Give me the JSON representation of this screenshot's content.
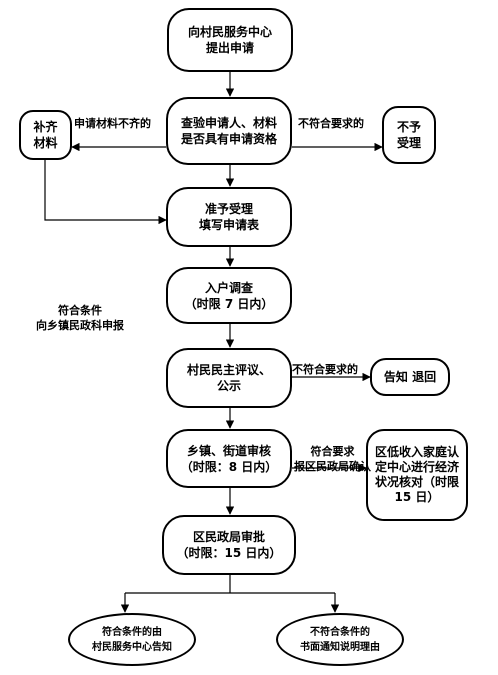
{
  "nodes": {
    "apply": [
      "向村民服务中心",
      "提出申请"
    ],
    "check": [
      "查验申请人、材料",
      "是否具有申请资格"
    ],
    "supplement": [
      "补齐",
      "材料"
    ],
    "reject": [
      "不予",
      "受理"
    ],
    "accept": [
      "准予受理",
      "填写申请表"
    ],
    "survey": [
      "入户调查",
      "（时限 7 日内）"
    ],
    "review": [
      "村民民主评议、",
      "公示"
    ],
    "notify_return": [
      "告知 退回"
    ],
    "township": [
      "乡镇、街道审核",
      "（时限：8 日内）"
    ],
    "verify_center": [
      "区低收入家庭认",
      "定中心进行经济",
      "状况核对（时限",
      "15 日）"
    ],
    "district": [
      "区民政局审批",
      "（时限：15 日内）"
    ],
    "notify_ok": [
      "符合条件的由",
      "村民服务中心告知"
    ],
    "notify_fail": [
      "不符合条件的",
      "书面通知说明理由"
    ]
  },
  "edge_labels": {
    "incomplete": "申请材料不齐的",
    "not_meet_1": "不符合要求的",
    "not_meet_2": "不符合要求的",
    "meet_report": [
      "符合条件",
      "向乡镇民政科申报"
    ],
    "meet_confirm": [
      "符合要求",
      "报区民政局确认"
    ]
  }
}
